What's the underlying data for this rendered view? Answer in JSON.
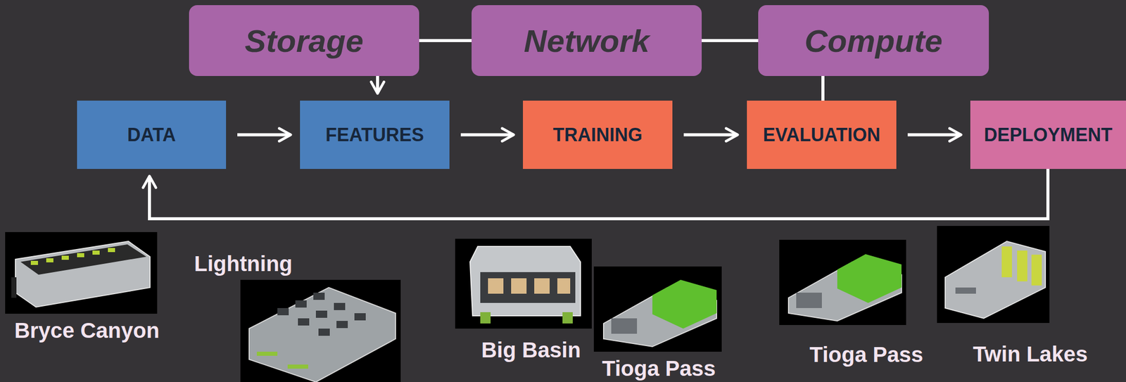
{
  "diagram": {
    "nodes": [
      {
        "text": [
          "Storage"
        ]
      },
      {
        "text": [
          "Network"
        ]
      },
      {
        "text": [
          "Compute"
        ]
      },
      {
        "text": [
          "DATA"
        ]
      },
      {
        "text": [
          "FEATURES"
        ]
      },
      {
        "text": [
          "TRAINING"
        ]
      },
      {
        "text": [
          "EVALUATION"
        ]
      },
      {
        "text": [
          "DEPLOYMENT"
        ]
      }
    ],
    "edges": [
      {
        "from": 0,
        "to": 1,
        "arrow": "none"
      },
      {
        "from": 1,
        "to": 2,
        "arrow": "none"
      },
      {
        "from": 0,
        "to": 4,
        "arrow": "to"
      },
      {
        "from": 2,
        "to": 6,
        "arrow": "none"
      },
      {
        "from": 3,
        "to": 4,
        "arrow": "to"
      },
      {
        "from": 4,
        "to": 5,
        "arrow": "to"
      },
      {
        "from": 5,
        "to": 6,
        "arrow": "to"
      },
      {
        "from": 6,
        "to": 7,
        "arrow": "to"
      },
      {
        "from": 7,
        "to": 3,
        "arrow": "to"
      }
    ],
    "labels": [
      "Bryce Canyon",
      "Lightning",
      "Big Basin",
      "Tioga Pass",
      "Tioga Pass",
      "Twin Lakes"
    ]
  }
}
